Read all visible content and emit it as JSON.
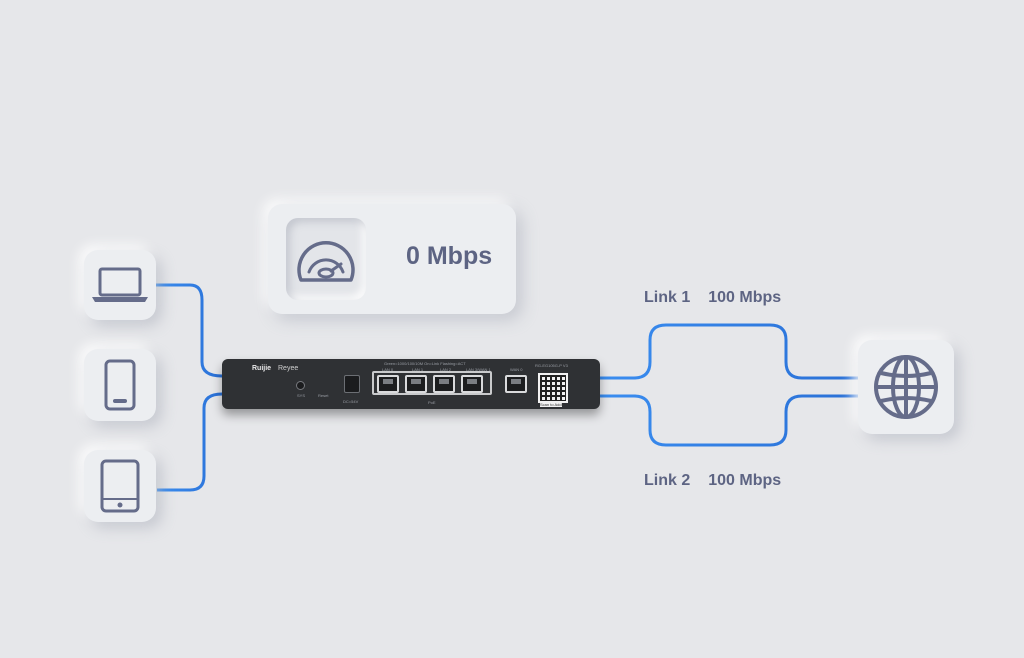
{
  "speed": {
    "value": "0 Mbps"
  },
  "links": [
    {
      "name": "Link 1",
      "speed": "100 Mbps"
    },
    {
      "name": "Link 2",
      "speed": "100 Mbps"
    }
  ],
  "devices": {
    "left": [
      "laptop-icon",
      "phone-icon",
      "tablet-icon"
    ],
    "right": "globe-icon"
  },
  "router": {
    "brand": "Ruijie",
    "sub_brand": "Reyee",
    "port_labels": [
      "LAN 0",
      "LAN 1",
      "LAN 2",
      "LAN 3/WAN 1"
    ],
    "wan_label": "WAN 0",
    "poe_label": "PoE",
    "sys_label": "SYS",
    "reset_label": "Reset",
    "dc_label": "DC=54V",
    "model": "RG-EG105G-P V3",
    "speed_legend": "Green=1000/100/10M  On=Link  Flashing=ACT",
    "scan_label": "Scan to Add"
  },
  "colors": {
    "background": "#e6e7ea",
    "wire": "#2d7be0",
    "text": "#5d6483",
    "router": "#2f3134"
  }
}
